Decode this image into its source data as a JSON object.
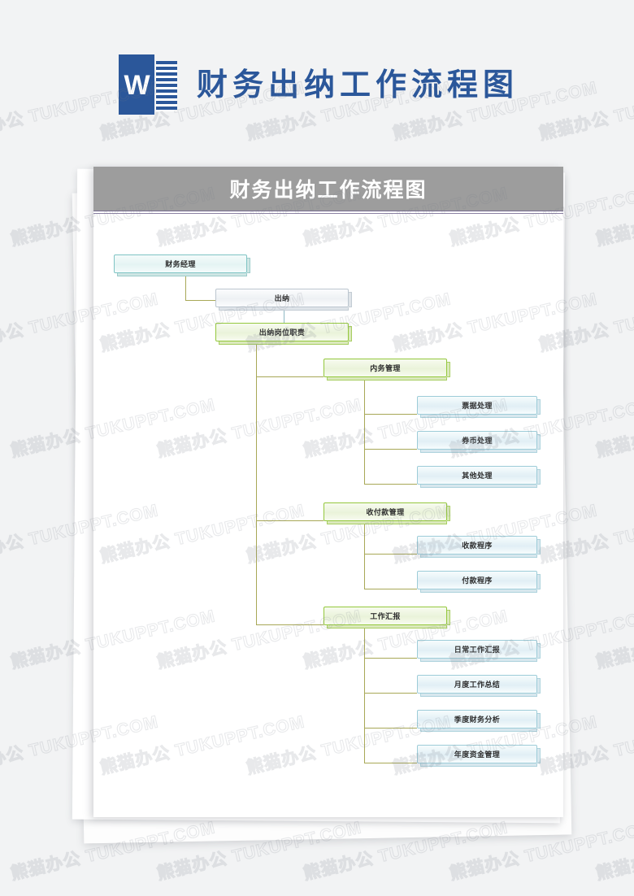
{
  "header": {
    "icon": "word-document-icon",
    "icon_letter": "W",
    "title": "财务出纳工作流程图",
    "brand_color": "#2b579a"
  },
  "document": {
    "banner_title": "财务出纳工作流程图",
    "banner_color": "#9d9d9d",
    "rule_color": "#7a6f93"
  },
  "watermark": {
    "text": "熊猫办公 TUKUPPT.COM"
  },
  "chart_data": {
    "type": "diagram",
    "title": "财务出纳工作流程图",
    "nodes": [
      {
        "id": "n0",
        "label": "财务经理",
        "level": 0,
        "style": "teal"
      },
      {
        "id": "n1",
        "label": "出纳",
        "level": 1,
        "style": "gray"
      },
      {
        "id": "n2",
        "label": "出纳岗位职责",
        "level": 2,
        "style": "green"
      },
      {
        "id": "n3",
        "label": "内务管理",
        "level": 3,
        "style": "green"
      },
      {
        "id": "n4",
        "label": "票据处理",
        "level": 4,
        "style": "blue"
      },
      {
        "id": "n5",
        "label": "券币处理",
        "level": 4,
        "style": "blue"
      },
      {
        "id": "n6",
        "label": "其他处理",
        "level": 4,
        "style": "blue"
      },
      {
        "id": "n7",
        "label": "收付款管理",
        "level": 3,
        "style": "green"
      },
      {
        "id": "n8",
        "label": "收款程序",
        "level": 4,
        "style": "blue"
      },
      {
        "id": "n9",
        "label": "付款程序",
        "level": 4,
        "style": "blue"
      },
      {
        "id": "n10",
        "label": "工作汇报",
        "level": 3,
        "style": "green"
      },
      {
        "id": "n11",
        "label": "日常工作汇报",
        "level": 4,
        "style": "blue"
      },
      {
        "id": "n12",
        "label": "月度工作总结",
        "level": 4,
        "style": "blue"
      },
      {
        "id": "n13",
        "label": "季度财务分析",
        "level": 4,
        "style": "blue"
      },
      {
        "id": "n14",
        "label": "年度资金管理",
        "level": 4,
        "style": "blue"
      }
    ],
    "edges": [
      {
        "from": "n0",
        "to": "n1"
      },
      {
        "from": "n1",
        "to": "n2"
      },
      {
        "from": "n2",
        "to": "n3"
      },
      {
        "from": "n2",
        "to": "n7"
      },
      {
        "from": "n2",
        "to": "n10"
      },
      {
        "from": "n3",
        "to": "n4"
      },
      {
        "from": "n3",
        "to": "n5"
      },
      {
        "from": "n3",
        "to": "n6"
      },
      {
        "from": "n7",
        "to": "n8"
      },
      {
        "from": "n7",
        "to": "n9"
      },
      {
        "from": "n10",
        "to": "n11"
      },
      {
        "from": "n10",
        "to": "n12"
      },
      {
        "from": "n10",
        "to": "n13"
      },
      {
        "from": "n10",
        "to": "n14"
      }
    ],
    "connector_color": "#a8a857",
    "palette": {
      "teal": "#7fc4c4",
      "gray": "#bcc6cf",
      "green": "#94c83d",
      "blue": "#9dccd8"
    }
  }
}
